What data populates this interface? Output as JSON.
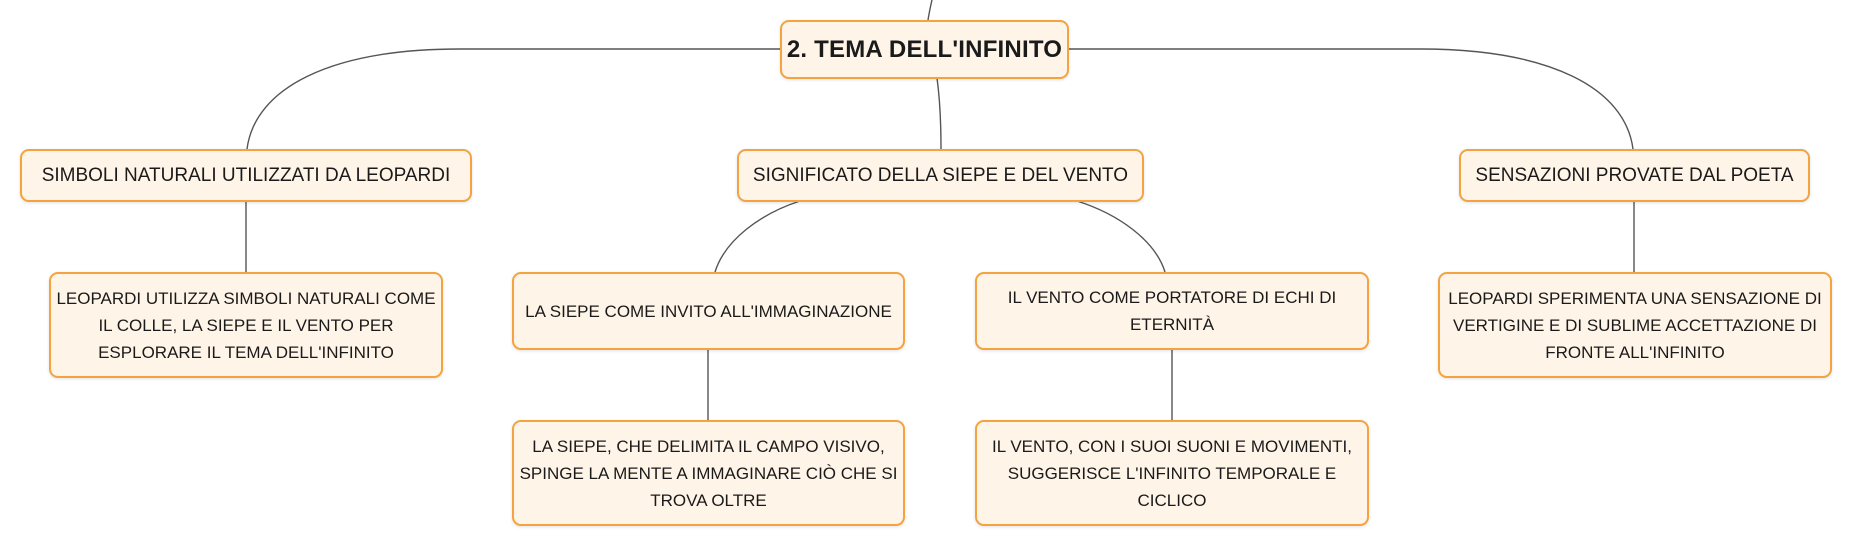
{
  "mindmap": {
    "central": {
      "label": "2. TEMA DELL'INFINITO"
    },
    "branches": [
      {
        "label": "SIMBOLI NATURALI UTILIZZATI DA LEOPARDI",
        "child": "LEOPARDI UTILIZZA SIMBOLI NATURALI COME IL COLLE, LA SIEPE E IL VENTO PER ESPLORARE IL TEMA DELL'INFINITO"
      },
      {
        "label": "SIGNIFICATO DELLA SIEPE E DEL VENTO",
        "children": [
          {
            "label": "LA SIEPE COME INVITO ALL'IMMAGINAZIONE",
            "child": "LA SIEPE, CHE DELIMITA IL CAMPO VISIVO, SPINGE LA MENTE A IMMAGINARE CIÒ CHE SI TROVA OLTRE"
          },
          {
            "label": "IL VENTO COME PORTATORE DI ECHI DI ETERNITÀ",
            "child": "IL VENTO, CON I SUOI SUONI E MOVIMENTI, SUGGERISCE L'INFINITO TEMPORALE E CICLICO"
          }
        ]
      },
      {
        "label": "SENSAZIONI PROVATE DAL POETA",
        "child": "LEOPARDI SPERIMENTA UNA SENSAZIONE DI VERTIGINE E DI SUBLIME ACCETTAZIONE DI FRONTE ALL'INFINITO"
      }
    ]
  },
  "colors": {
    "node_fill": "#fff4e8",
    "node_border": "#f4a340",
    "connector": "#555555"
  }
}
